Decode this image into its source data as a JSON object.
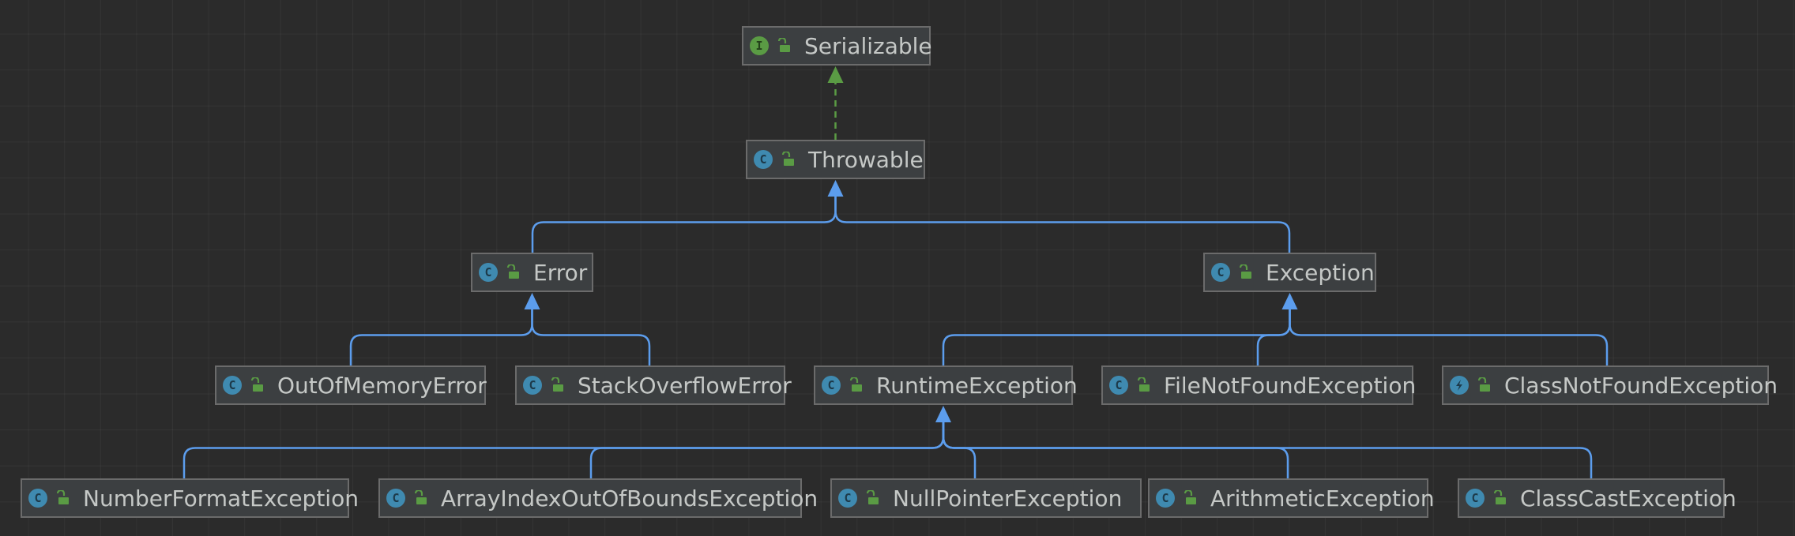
{
  "diagram": {
    "colors": {
      "background": "#2b2b2b",
      "node_fill": "#3c3f41",
      "node_border": "#6b6b6b",
      "text": "#c5c8c6",
      "extends_arrow": "#5c9ded",
      "implements_arrow": "#5a9b44"
    },
    "nodes": [
      {
        "id": "serializable",
        "label": "Serializable",
        "kind": "interface"
      },
      {
        "id": "throwable",
        "label": "Throwable",
        "kind": "class"
      },
      {
        "id": "error",
        "label": "Error",
        "kind": "class"
      },
      {
        "id": "exception",
        "label": "Exception",
        "kind": "class"
      },
      {
        "id": "outofmemoryerror",
        "label": "OutOfMemoryError",
        "kind": "class"
      },
      {
        "id": "stackoverflowerror",
        "label": "StackOverflowError",
        "kind": "class"
      },
      {
        "id": "runtimeexception",
        "label": "RuntimeException",
        "kind": "class"
      },
      {
        "id": "filenotfoundexception",
        "label": "FileNotFoundException",
        "kind": "class"
      },
      {
        "id": "classnotfoundexception",
        "label": "ClassNotFoundException",
        "kind": "exception"
      },
      {
        "id": "numberformatexception",
        "label": "NumberFormatException",
        "kind": "class"
      },
      {
        "id": "arrayindexoutofboundsexception",
        "label": "ArrayIndexOutOfBoundsException",
        "kind": "class"
      },
      {
        "id": "nullpointerexception",
        "label": "NullPointerException",
        "kind": "class"
      },
      {
        "id": "arithmeticexception",
        "label": "ArithmeticException",
        "kind": "class"
      },
      {
        "id": "classcastexception",
        "label": "ClassCastException",
        "kind": "class"
      }
    ],
    "edges": [
      {
        "from": "throwable",
        "to": "serializable",
        "type": "implements"
      },
      {
        "from": "error",
        "to": "throwable",
        "type": "extends"
      },
      {
        "from": "exception",
        "to": "throwable",
        "type": "extends"
      },
      {
        "from": "outofmemoryerror",
        "to": "error",
        "type": "extends"
      },
      {
        "from": "stackoverflowerror",
        "to": "error",
        "type": "extends"
      },
      {
        "from": "runtimeexception",
        "to": "exception",
        "type": "extends"
      },
      {
        "from": "filenotfoundexception",
        "to": "exception",
        "type": "extends"
      },
      {
        "from": "classnotfoundexception",
        "to": "exception",
        "type": "extends"
      },
      {
        "from": "numberformatexception",
        "to": "runtimeexception",
        "type": "extends"
      },
      {
        "from": "arrayindexoutofboundsexception",
        "to": "runtimeexception",
        "type": "extends"
      },
      {
        "from": "nullpointerexception",
        "to": "runtimeexception",
        "type": "extends"
      },
      {
        "from": "arithmeticexception",
        "to": "runtimeexception",
        "type": "extends"
      },
      {
        "from": "classcastexception",
        "to": "runtimeexception",
        "type": "extends"
      }
    ]
  }
}
